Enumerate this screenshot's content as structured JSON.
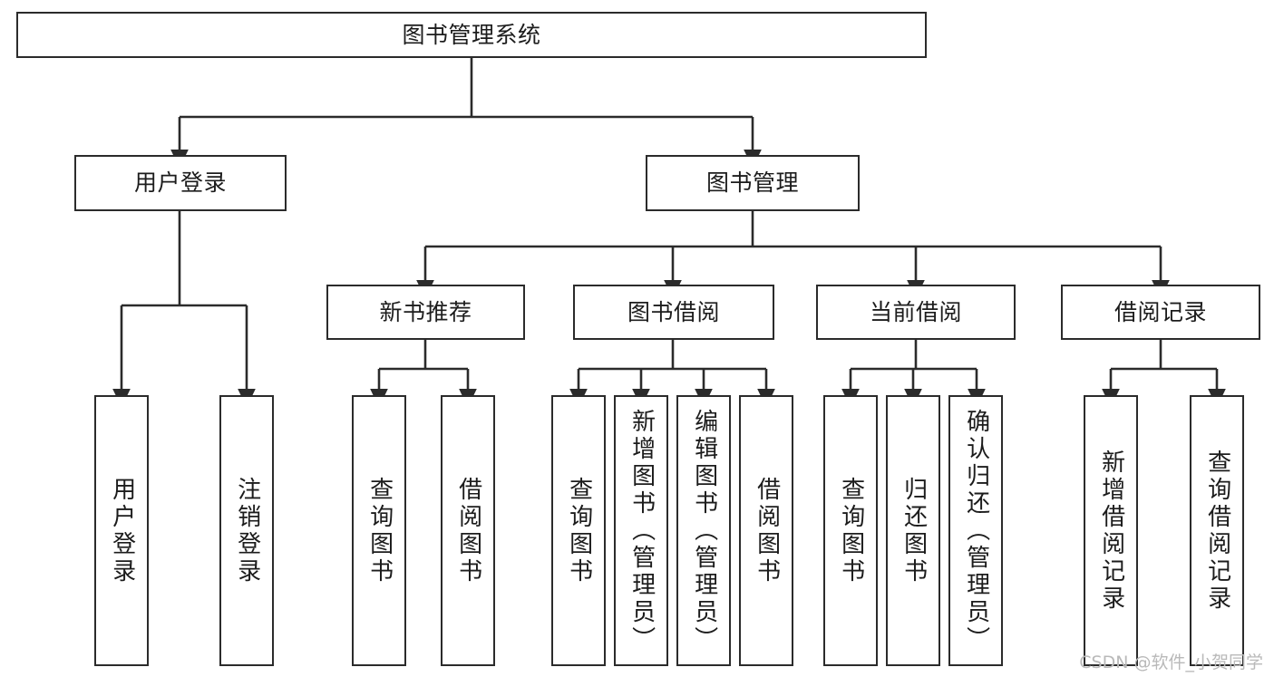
{
  "diagram": {
    "title": "图书管理系统",
    "type": "tree",
    "watermark": "CSDN @软件_小贺同学",
    "colors": {
      "box_border": "#2b2b2b",
      "box_fill": "#ffffff",
      "edge": "#2b2b2b",
      "text": "#1c1c1c",
      "watermark": "#b9b9b9"
    }
  },
  "nodes": {
    "root": {
      "label": "图书管理系统"
    },
    "level2": [
      {
        "id": "user-login",
        "label": "用户登录"
      },
      {
        "id": "book-manage",
        "label": "图书管理"
      }
    ],
    "level3": [
      {
        "id": "new-book-recommend",
        "label": "新书推荐"
      },
      {
        "id": "book-borrow",
        "label": "图书借阅"
      },
      {
        "id": "current-borrow",
        "label": "当前借阅"
      },
      {
        "id": "borrow-record",
        "label": "借阅记录"
      }
    ],
    "leaves": {
      "user-login": [
        {
          "id": "leaf-user-login",
          "label": "用户登录"
        },
        {
          "id": "leaf-logout-login",
          "label": "注销登录"
        }
      ],
      "new-book-recommend": [
        {
          "id": "leaf-query-book-1",
          "label": "查询图书"
        },
        {
          "id": "leaf-borrow-book-1",
          "label": "借阅图书"
        }
      ],
      "book-borrow": [
        {
          "id": "leaf-query-book-2",
          "label": "查询图书"
        },
        {
          "id": "leaf-add-book",
          "label": "新增图书（管理员）"
        },
        {
          "id": "leaf-edit-book",
          "label": "编辑图书（管理员）"
        },
        {
          "id": "leaf-borrow-book-2",
          "label": "借阅图书"
        }
      ],
      "current-borrow": [
        {
          "id": "leaf-query-book-3",
          "label": "查询图书"
        },
        {
          "id": "leaf-return-book",
          "label": "归还图书"
        },
        {
          "id": "leaf-confirm-return",
          "label": "确认归还（管理员）"
        }
      ],
      "borrow-record": [
        {
          "id": "leaf-add-record",
          "label": "新增借阅记录"
        },
        {
          "id": "leaf-query-record",
          "label": "查询借阅记录"
        }
      ]
    }
  }
}
